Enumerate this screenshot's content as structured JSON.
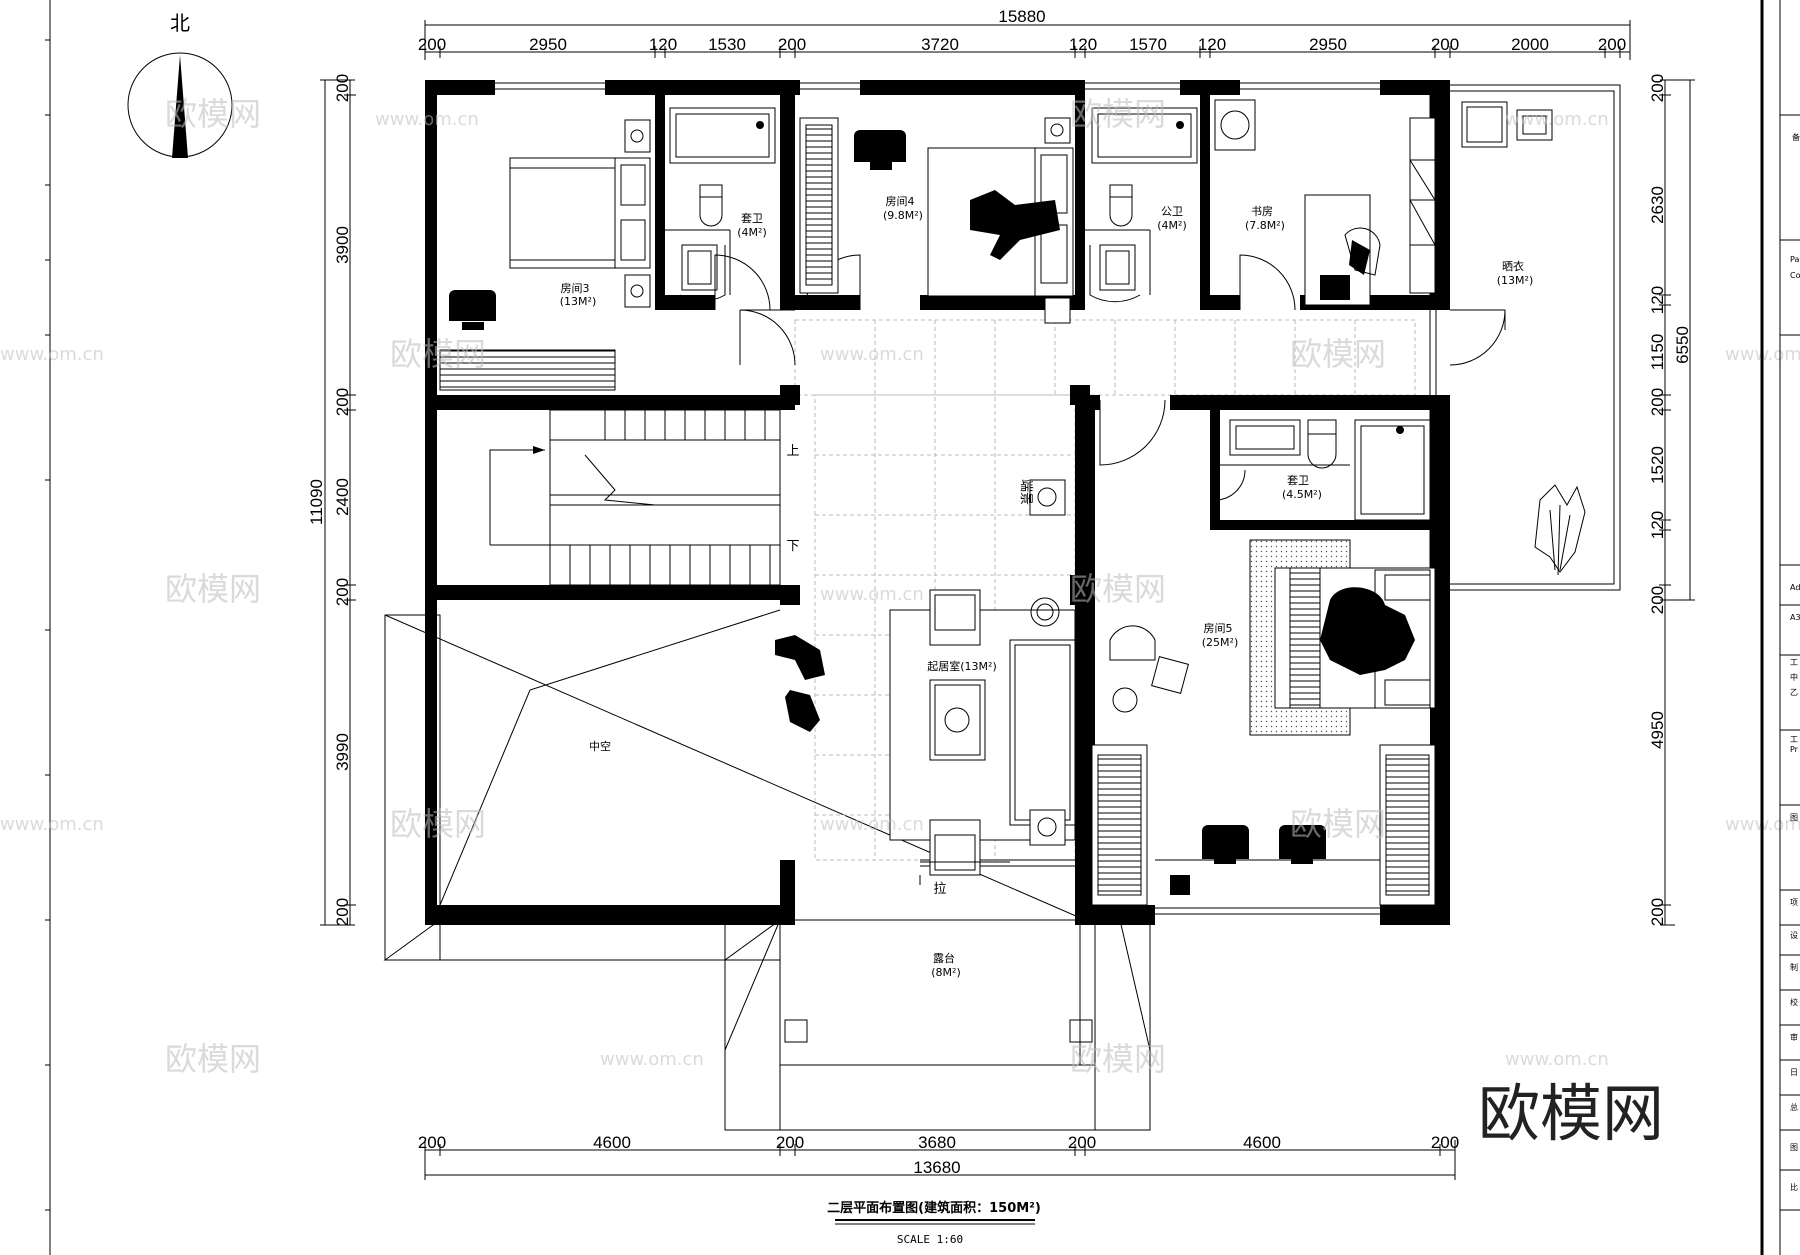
{
  "north_label": "北",
  "dims_top": {
    "total": "15880",
    "segments": [
      "200",
      "2950",
      "120",
      "1530",
      "200",
      "3720",
      "120",
      "1570",
      "120",
      "2950",
      "200",
      "2000",
      "200"
    ]
  },
  "dims_bottom": {
    "total": "13680",
    "segments": [
      "200",
      "4600",
      "200",
      "3680",
      "200",
      "4600",
      "200"
    ]
  },
  "dims_left": {
    "total": "11090",
    "segments": [
      "200",
      "3900",
      "200",
      "2400",
      "200",
      "3990",
      "200"
    ]
  },
  "dims_right": {
    "total": "6550",
    "segments": [
      "200",
      "2630",
      "120",
      "1150",
      "200",
      "1520",
      "120",
      "200",
      "4950",
      "200"
    ]
  },
  "rooms": {
    "room3": {
      "name": "房间3",
      "area": "(13M²)"
    },
    "bath1": {
      "name": "套卫",
      "area": "(4M²)"
    },
    "room4": {
      "name": "房间4",
      "area": "(9.8M²)"
    },
    "public_bath": {
      "name": "公卫",
      "area": "(4M²)"
    },
    "study": {
      "name": "书房",
      "area": "(7.8M²)"
    },
    "drying": {
      "name": "晒衣",
      "area": "(13M²)"
    },
    "bath2": {
      "name": "套卫",
      "area": "(4.5M²)"
    },
    "room5": {
      "name": "房间5",
      "area": "(25M²)"
    },
    "living": {
      "name": "起居室(13M²)"
    },
    "void": {
      "name": "中空"
    },
    "terrace": {
      "name": "露台",
      "area": "(8M²)"
    }
  },
  "labels": {
    "stair_up": "上",
    "stair_down": "下",
    "end_view": "端景",
    "pull": "拉"
  },
  "title": "二层平面布置图(建筑面积：150M²)",
  "scale": "SCALE 1:60",
  "watermarks": {
    "brand": "欧模网",
    "url": "www.om.cn"
  },
  "brand_logo": "欧模网",
  "side_panel_text": [
    "备",
    "Pa",
    "Co",
    "Ad",
    "A3",
    "工",
    "中",
    "乙",
    "工",
    "Pr",
    "图",
    "项",
    "设",
    "制",
    "校",
    "审",
    "日",
    "总",
    "图",
    "比"
  ]
}
